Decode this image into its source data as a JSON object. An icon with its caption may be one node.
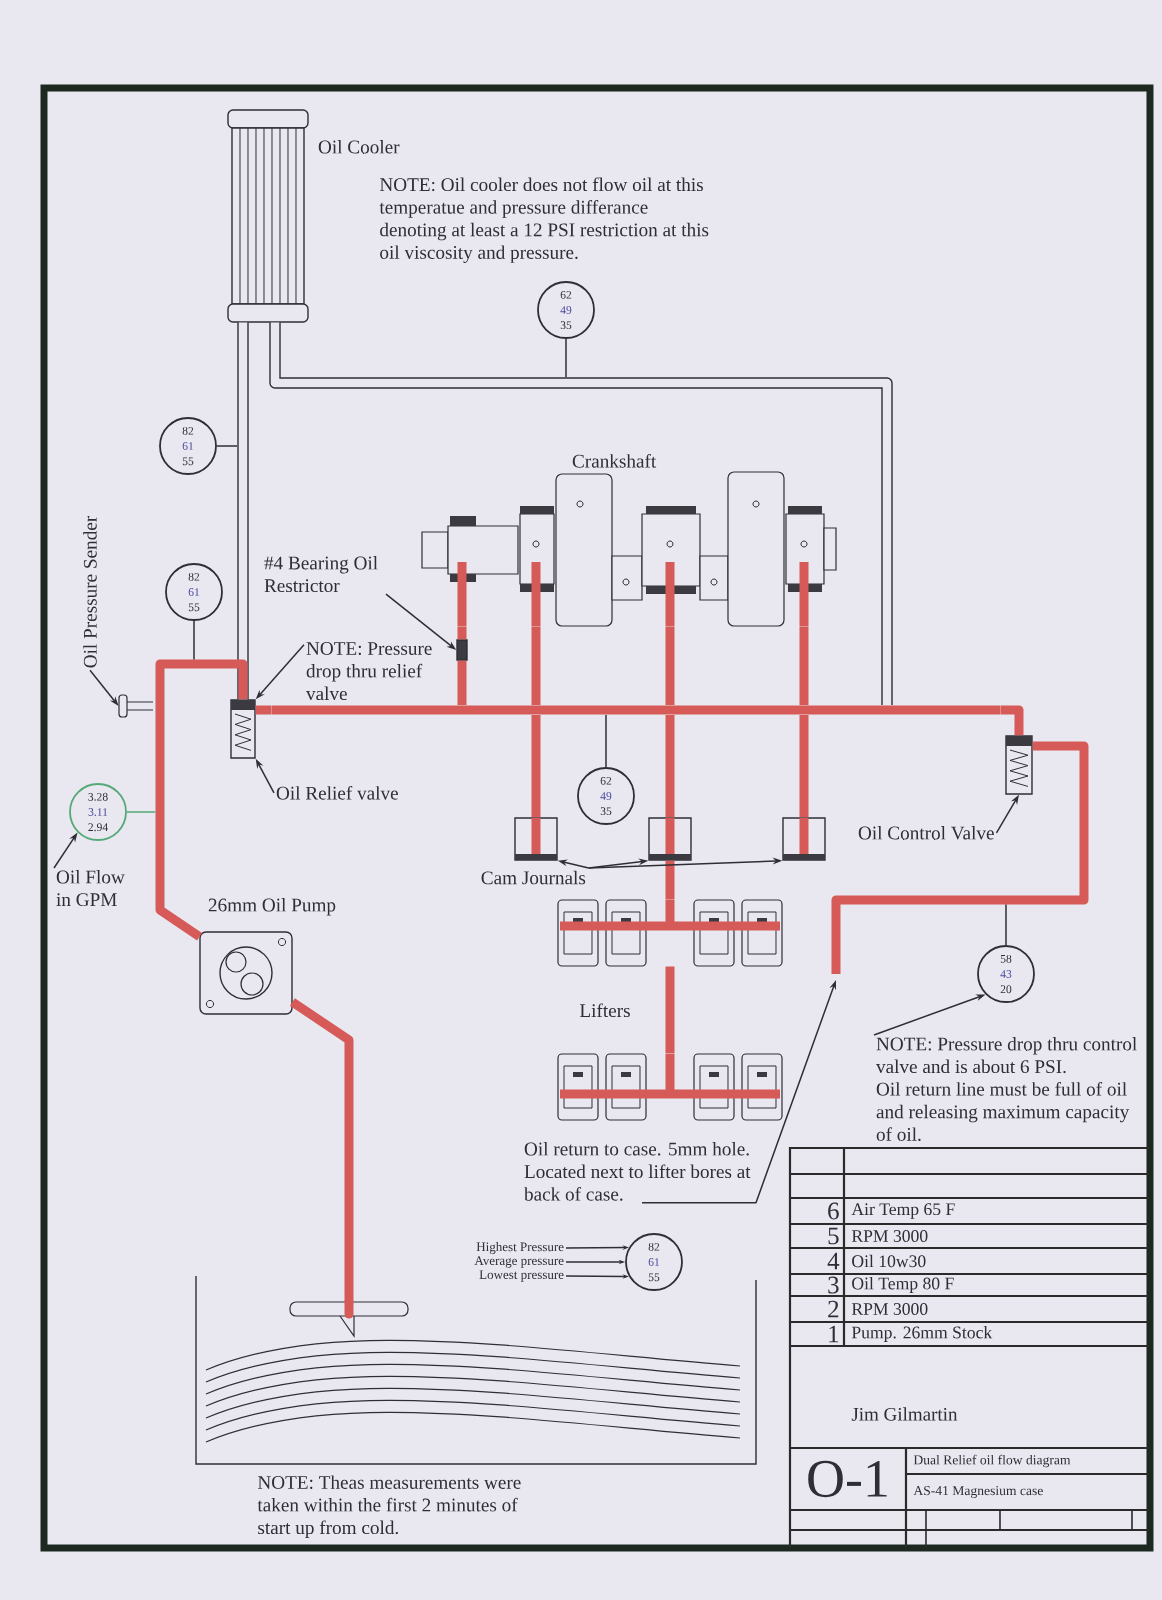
{
  "diagram": {
    "nodes": [
      {
        "text": [],
        "shape": "picture",
        "beside": [
          "Oil Cooler"
        ]
      },
      {
        "text": [
          "62",
          "49",
          "35"
        ]
      },
      {
        "text": [
          "82",
          "61",
          "55"
        ]
      },
      {
        "text": [],
        "shape": "picture",
        "beside": [
          "Crankshaft"
        ]
      },
      {
        "text": [
          "#4 Bearing Oil Restrictor"
        ]
      },
      {
        "text": [
          "82",
          "61",
          "55"
        ]
      },
      {
        "text": [
          "Oil Pressure Sender"
        ]
      },
      {
        "text": [],
        "shape": "box"
      },
      {
        "text": [
          "NOTE: Pressure drop thru relief valve"
        ]
      },
      {
        "text": [],
        "shape": "picture"
      },
      {
        "text": [],
        "shape": "bar"
      },
      {
        "text": [],
        "shape": "box"
      },
      {
        "text": [],
        "shape": "box"
      },
      {
        "text": [
          "Oil Relief valve"
        ]
      },
      {
        "text": [
          "62",
          "49",
          "35"
        ]
      },
      {
        "text": [
          "3.28",
          "3.11",
          "2.94"
        ]
      },
      {
        "text": [],
        "shape": "box"
      },
      {
        "text": [],
        "shape": "box"
      },
      {
        "text": [],
        "shape": "box"
      },
      {
        "text": [
          "Oil Control Valve"
        ]
      },
      {
        "text": [
          "Oil Flow in GPM"
        ]
      },
      {
        "text": [
          "Cam Journals"
        ]
      },
      {
        "text": [],
        "shape": "picture",
        "beside": [
          "26mm Oil Pump"
        ]
      },
      {
        "text": [],
        "shape": "picture"
      },
      {
        "text": [
          "58",
          "43",
          "20"
        ]
      },
      {
        "text": [],
        "shape": "picture"
      },
      {
        "text": [
          "NOTE: Pressure drop thru control valve and is about 6 PSI.",
          "Oil return line must be full of oil and releasing maximum capacity of oil."
        ]
      },
      {
        "text": [
          "Oil return to case. 5mm hole. Located next to lifter bores at back of case."
        ]
      },
      {
        "text": [
          "Highest Pressure"
        ]
      },
      {
        "text": [
          "Average pressure"
        ]
      },
      {
        "text": [
          "Lowest pressure"
        ]
      },
      {
        "text": [
          "82",
          "61",
          "55"
        ]
      },
      {
        "text": [],
        "shape": "picture"
      }
    ],
    "edges": [
      {
        "from": 1,
        "to": null,
        "arrow": "none"
      },
      {
        "from": 2,
        "to": null,
        "arrow": "none"
      },
      {
        "from": 4,
        "to": 7,
        "arrow": "to"
      },
      {
        "from": 5,
        "to": null,
        "arrow": "none"
      },
      {
        "from": 6,
        "to": 9,
        "arrow": "to"
      },
      {
        "from": 8,
        "to": 11,
        "arrow": "to"
      },
      {
        "from": 13,
        "to": 11,
        "arrow": "to"
      },
      {
        "from": 14,
        "to": 10,
        "arrow": "none"
      },
      {
        "from": 15,
        "to": null,
        "arrow": "none",
        "color": "#55a878"
      },
      {
        "from": 19,
        "to": 12,
        "arrow": "to"
      },
      {
        "from": 20,
        "to": 15,
        "arrow": "to"
      },
      {
        "from": 21,
        "to": 16,
        "arrow": "to"
      },
      {
        "from": 21,
        "to": 17,
        "arrow": "to"
      },
      {
        "from": 21,
        "to": 18,
        "arrow": "to"
      },
      {
        "from": 24,
        "to": null,
        "arrow": "none"
      },
      {
        "from": 26,
        "to": 24,
        "arrow": "to"
      },
      {
        "from": 27,
        "to": null,
        "arrow": "to"
      },
      {
        "from": 28,
        "to": 31,
        "arrow": "to"
      },
      {
        "from": 29,
        "to": 31,
        "arrow": "to"
      },
      {
        "from": 30,
        "to": 31,
        "arrow": "to"
      },
      {
        "from": 32,
        "to": 22,
        "arrow": "none",
        "style": "thick",
        "color": "#d65a58"
      },
      {
        "from": 22,
        "to": 11,
        "arrow": "none",
        "style": "thick",
        "color": "#d65a58"
      },
      {
        "from": 11,
        "to": 0,
        "arrow": "none",
        "style": "thick"
      },
      {
        "from": 0,
        "to": 10,
        "arrow": "none",
        "style": "thick"
      },
      {
        "from": 11,
        "to": 10,
        "arrow": "none",
        "style": "thick",
        "color": "#d65a58"
      },
      {
        "from": 10,
        "to": 7,
        "arrow": "none",
        "style": "thick",
        "color": "#d65a58"
      },
      {
        "from": 7,
        "to": 3,
        "arrow": "none",
        "style": "thick",
        "color": "#d65a58"
      },
      {
        "from": 10,
        "to": 3,
        "arrow": "none",
        "style": "thick",
        "color": "#d65a58"
      },
      {
        "from": 10,
        "to": 16,
        "arrow": "none",
        "style": "thick",
        "color": "#d65a58"
      },
      {
        "from": 10,
        "to": 3,
        "arrow": "none",
        "style": "thick",
        "color": "#d65a58"
      },
      {
        "from": 10,
        "to": 17,
        "arrow": "none",
        "style": "thick",
        "color": "#d65a58"
      },
      {
        "from": 17,
        "to": 23,
        "arrow": "none",
        "style": "thick",
        "color": "#d65a58"
      },
      {
        "from": 23,
        "to": 25,
        "arrow": "none",
        "style": "thick",
        "color": "#d65a58"
      },
      {
        "from": 10,
        "to": 3,
        "arrow": "none",
        "style": "thick",
        "color": "#d65a58"
      },
      {
        "from": 10,
        "to": 18,
        "arrow": "none",
        "style": "thick",
        "color": "#d65a58"
      },
      {
        "from": 10,
        "to": 12,
        "arrow": "none",
        "style": "thick",
        "color": "#d65a58"
      },
      {
        "from": 12,
        "to": null,
        "arrow": "none",
        "style": "thick",
        "color": "#d65a58"
      }
    ],
    "labels": [
      "NOTE: Oil cooler does not flow oil at this temperatue and pressure differance denoting at least a 12 PSI restriction at this oil viscosity and pressure.",
      "Lifters",
      "NOTE: Theas measurements were taken within the first 2 minutes of start up from cold.",
      "6",
      "Air Temp 65 F",
      "5",
      "RPM 3000",
      "4",
      "Oil 10w30",
      "3",
      "Oil Temp 80 F",
      "2",
      "RPM 3000",
      "1",
      "Pump. 26mm Stock",
      "Jim Gilmartin",
      "O-1",
      "Dual Relief oil flow diagram",
      "AS-41 Magnesium case"
    ]
  }
}
